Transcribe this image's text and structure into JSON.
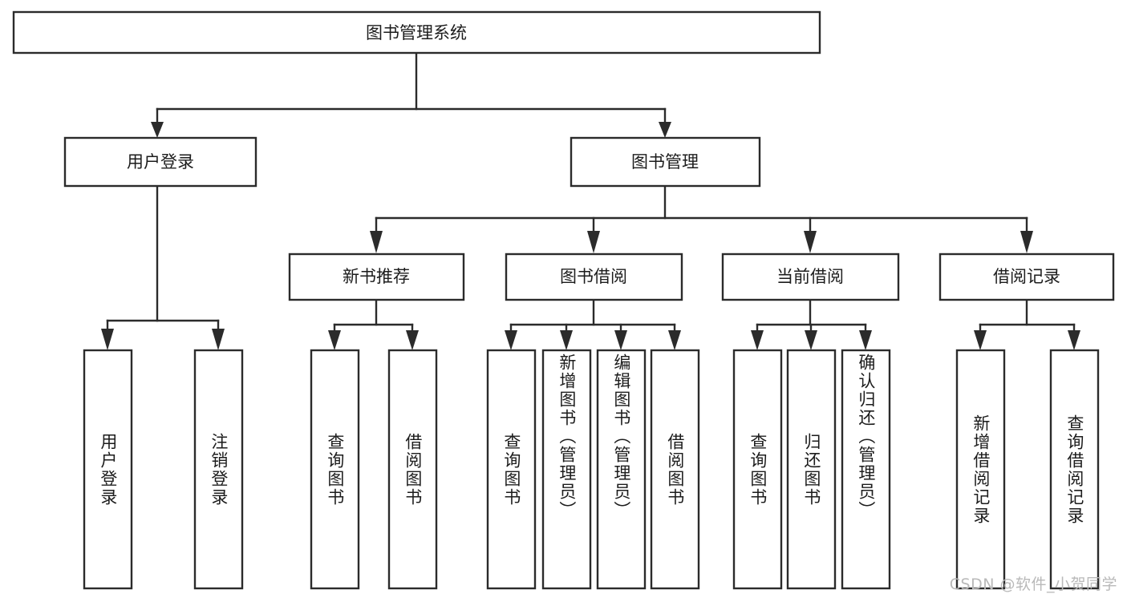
{
  "diagram": {
    "type": "hierarchy-tree",
    "title": "图书管理系统",
    "levels": 4,
    "root": {
      "id": "root",
      "label": "图书管理系统",
      "orientation": "horizontal"
    },
    "level2": [
      {
        "id": "user-login",
        "label": "用户登录",
        "orientation": "horizontal"
      },
      {
        "id": "book-manage",
        "label": "图书管理",
        "orientation": "horizontal"
      }
    ],
    "level3": [
      {
        "id": "new-book-recommend",
        "label": "新书推荐",
        "orientation": "horizontal",
        "parent": "book-manage"
      },
      {
        "id": "book-borrow",
        "label": "图书借阅",
        "orientation": "horizontal",
        "parent": "book-manage"
      },
      {
        "id": "current-borrow",
        "label": "当前借阅",
        "orientation": "horizontal",
        "parent": "book-manage"
      },
      {
        "id": "borrow-record",
        "label": "借阅记录",
        "orientation": "horizontal",
        "parent": "book-manage"
      }
    ],
    "leaves": [
      {
        "id": "leaf-user-login",
        "label": "用户登录",
        "orientation": "vertical",
        "parent": "user-login"
      },
      {
        "id": "leaf-logout-login",
        "label": "注销登录",
        "orientation": "vertical",
        "parent": "user-login"
      },
      {
        "id": "leaf-query-book-1",
        "label": "查询图书",
        "orientation": "vertical",
        "parent": "new-book-recommend"
      },
      {
        "id": "leaf-borrow-book-1",
        "label": "借阅图书",
        "orientation": "vertical",
        "parent": "new-book-recommend"
      },
      {
        "id": "leaf-query-book-2",
        "label": "查询图书",
        "orientation": "vertical",
        "parent": "book-borrow"
      },
      {
        "id": "leaf-add-book",
        "label": "新增图书（管理员）",
        "orientation": "vertical",
        "parent": "book-borrow"
      },
      {
        "id": "leaf-edit-book",
        "label": "编辑图书（管理员）",
        "orientation": "vertical",
        "parent": "book-borrow"
      },
      {
        "id": "leaf-borrow-book-2",
        "label": "借阅图书",
        "orientation": "vertical",
        "parent": "book-borrow"
      },
      {
        "id": "leaf-query-book-3",
        "label": "查询图书",
        "orientation": "vertical",
        "parent": "current-borrow"
      },
      {
        "id": "leaf-return-book",
        "label": "归还图书",
        "orientation": "vertical",
        "parent": "current-borrow"
      },
      {
        "id": "leaf-confirm-return",
        "label": "确认归还（管理员）",
        "orientation": "vertical",
        "parent": "current-borrow"
      },
      {
        "id": "leaf-add-record",
        "label": "新增借阅记录",
        "orientation": "vertical",
        "parent": "borrow-record"
      },
      {
        "id": "leaf-query-record",
        "label": "查询借阅记录",
        "orientation": "vertical",
        "parent": "borrow-record"
      }
    ],
    "colors": {
      "stroke": "#2b2b2b",
      "fill": "#ffffff",
      "text": "#1c1c1c",
      "watermark": "#b9b9b9"
    }
  },
  "watermark": {
    "text": "CSDN @软件_小贺同学"
  }
}
